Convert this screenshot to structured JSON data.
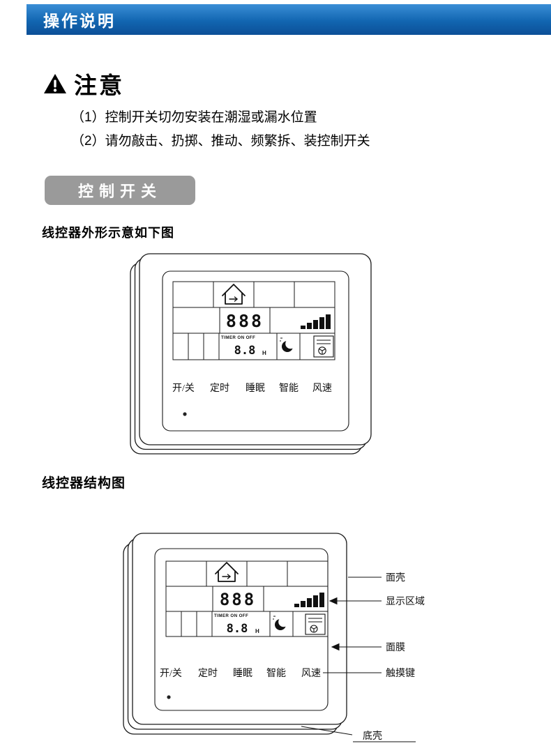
{
  "header": {
    "title": "操作说明"
  },
  "notice": {
    "title": "注意",
    "items": [
      "（1）控制开关切勿安装在潮湿或漏水位置",
      "（2）请勿敲击、扔掷、推动、频繁拆、装控制开关"
    ]
  },
  "section_badge": "控制开关",
  "figure1": {
    "caption": "线控器外形示意如下图",
    "display": {
      "digits": "888",
      "timer_label": "TIMER ON OFF",
      "timer_digits": "8.8",
      "timer_unit": "H"
    },
    "buttons": [
      "开/关",
      "定时",
      "睡眠",
      "智能",
      "风速"
    ]
  },
  "figure2": {
    "caption": "线控器结构图",
    "display": {
      "digits": "888",
      "timer_label": "TIMER ON OFF",
      "timer_digits": "8.8",
      "timer_unit": "H"
    },
    "buttons": [
      "开/关",
      "定时",
      "睡眠",
      "智能",
      "风速"
    ],
    "callouts": [
      "面壳",
      "显示区域",
      "面膜",
      "触摸键",
      "底壳"
    ]
  },
  "colors": {
    "header_blue_top": "#3a8ed6",
    "header_blue_bottom": "#0c4f97",
    "badge_gray": "#9a9a9a"
  }
}
